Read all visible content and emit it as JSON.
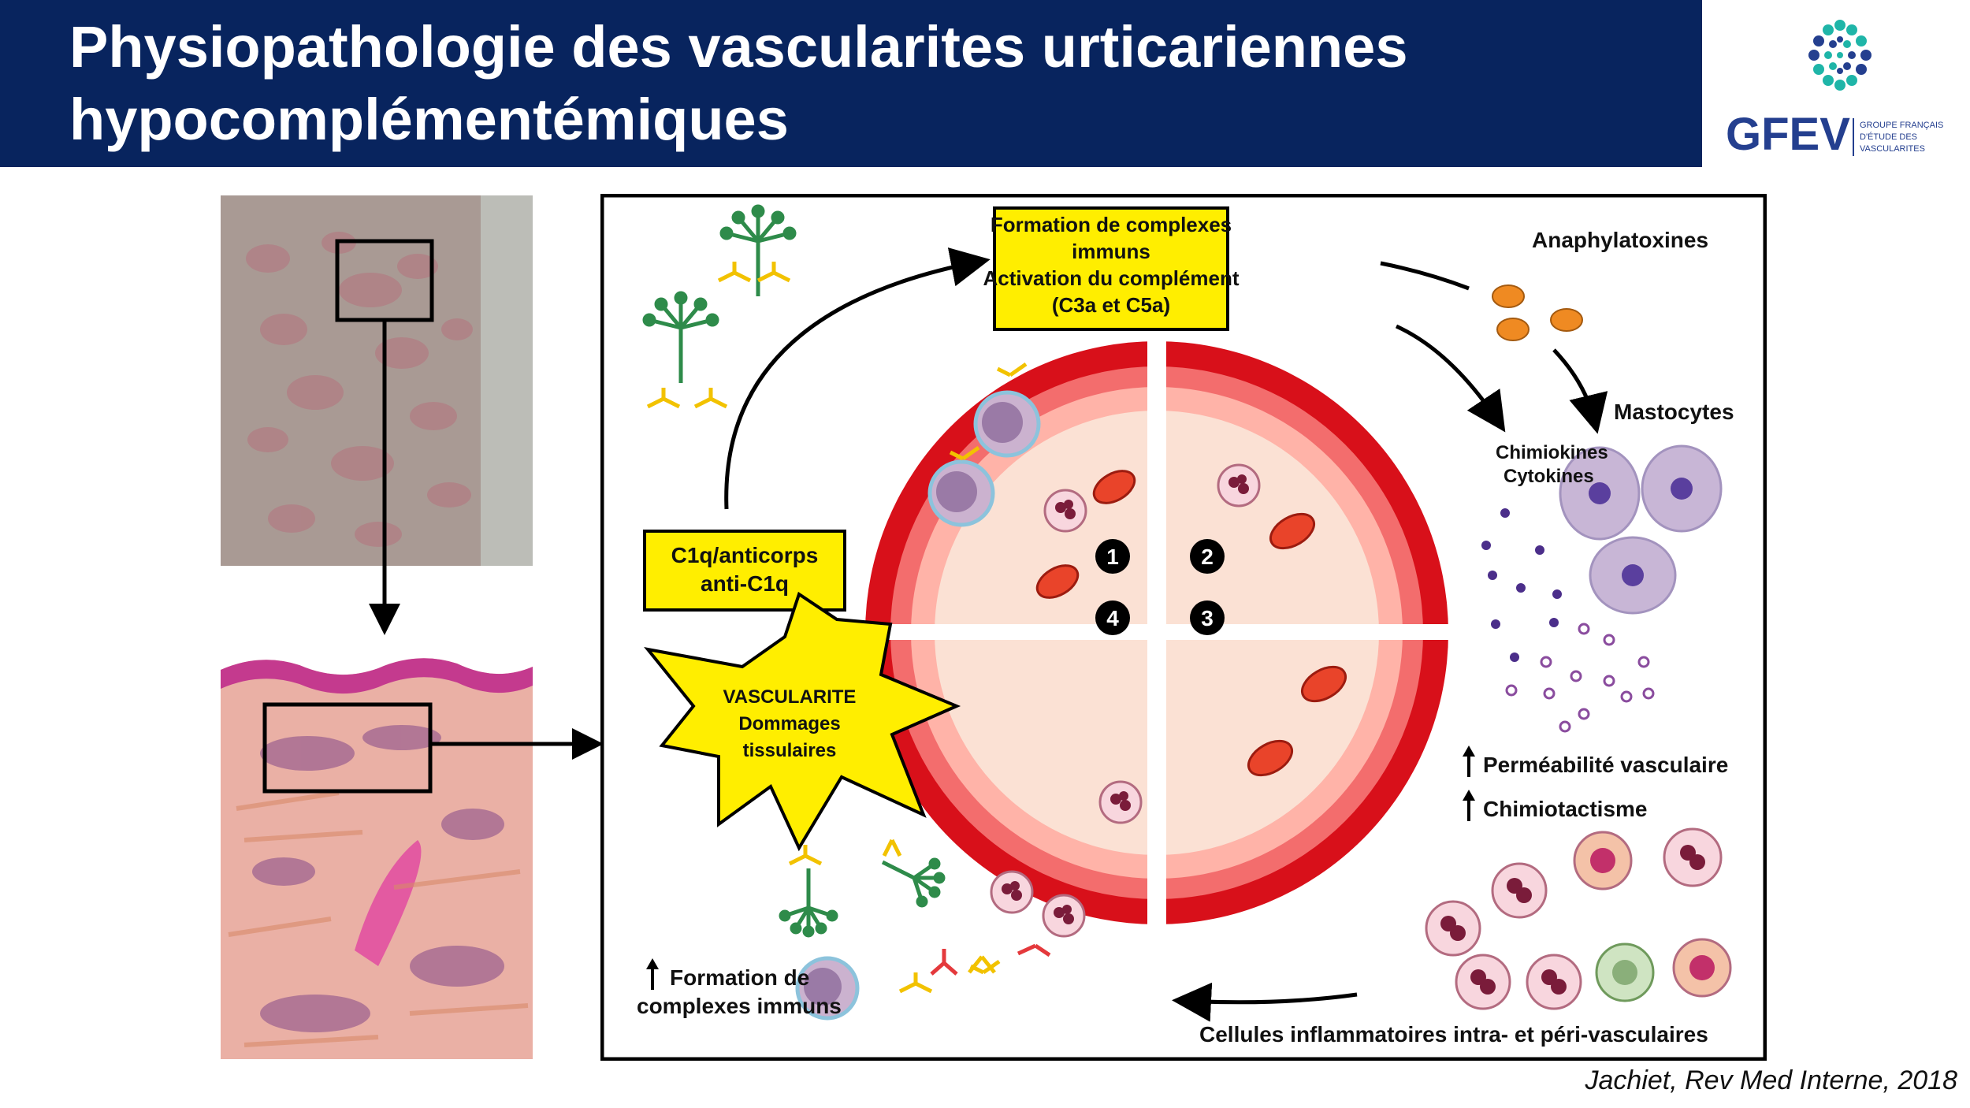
{
  "header": {
    "title_line1": "Physiopathologie des vascularites urticariennes",
    "title_line2": "hypocomplémentémiques"
  },
  "logo": {
    "acronym": "GFEV",
    "subtitle_line1": "GROUPE FRANÇAIS",
    "subtitle_line2": "D'ÉTUDE DES",
    "subtitle_line3": "VASCULARITES"
  },
  "diagram": {
    "box_complexes": [
      "Formation de complexes",
      "immuns",
      "Activation du complément",
      "(C3a et C5a)"
    ],
    "box_c1q": [
      "C1q/anticorps",
      "anti-C1q"
    ],
    "vasculite": [
      "VASCULARITE",
      "Dommages",
      "tissulaires"
    ],
    "anaphylatoxines": "Anaphylatoxines",
    "mastocytes": "Mastocytes",
    "chimiokines": [
      "Chimiokines",
      "Cytokines"
    ],
    "permeabilite": "Perméabilité vasculaire",
    "chimiotactisme": "Chimiotactisme",
    "formation_complexes": [
      "Formation de",
      "complexes immuns"
    ],
    "cellules": "Cellules inflammatoires intra- et péri-vasculaires",
    "steps": [
      "1",
      "2",
      "3",
      "4"
    ]
  },
  "citation": "Jachiet, Rev Med Interne, 2018",
  "colors": {
    "header_bg": "#08245e",
    "vessel_red": "#d8101a",
    "box_yellow": "#ffee00",
    "logo_blue": "#243f8f",
    "logo_teal": "#1fb5a8"
  }
}
